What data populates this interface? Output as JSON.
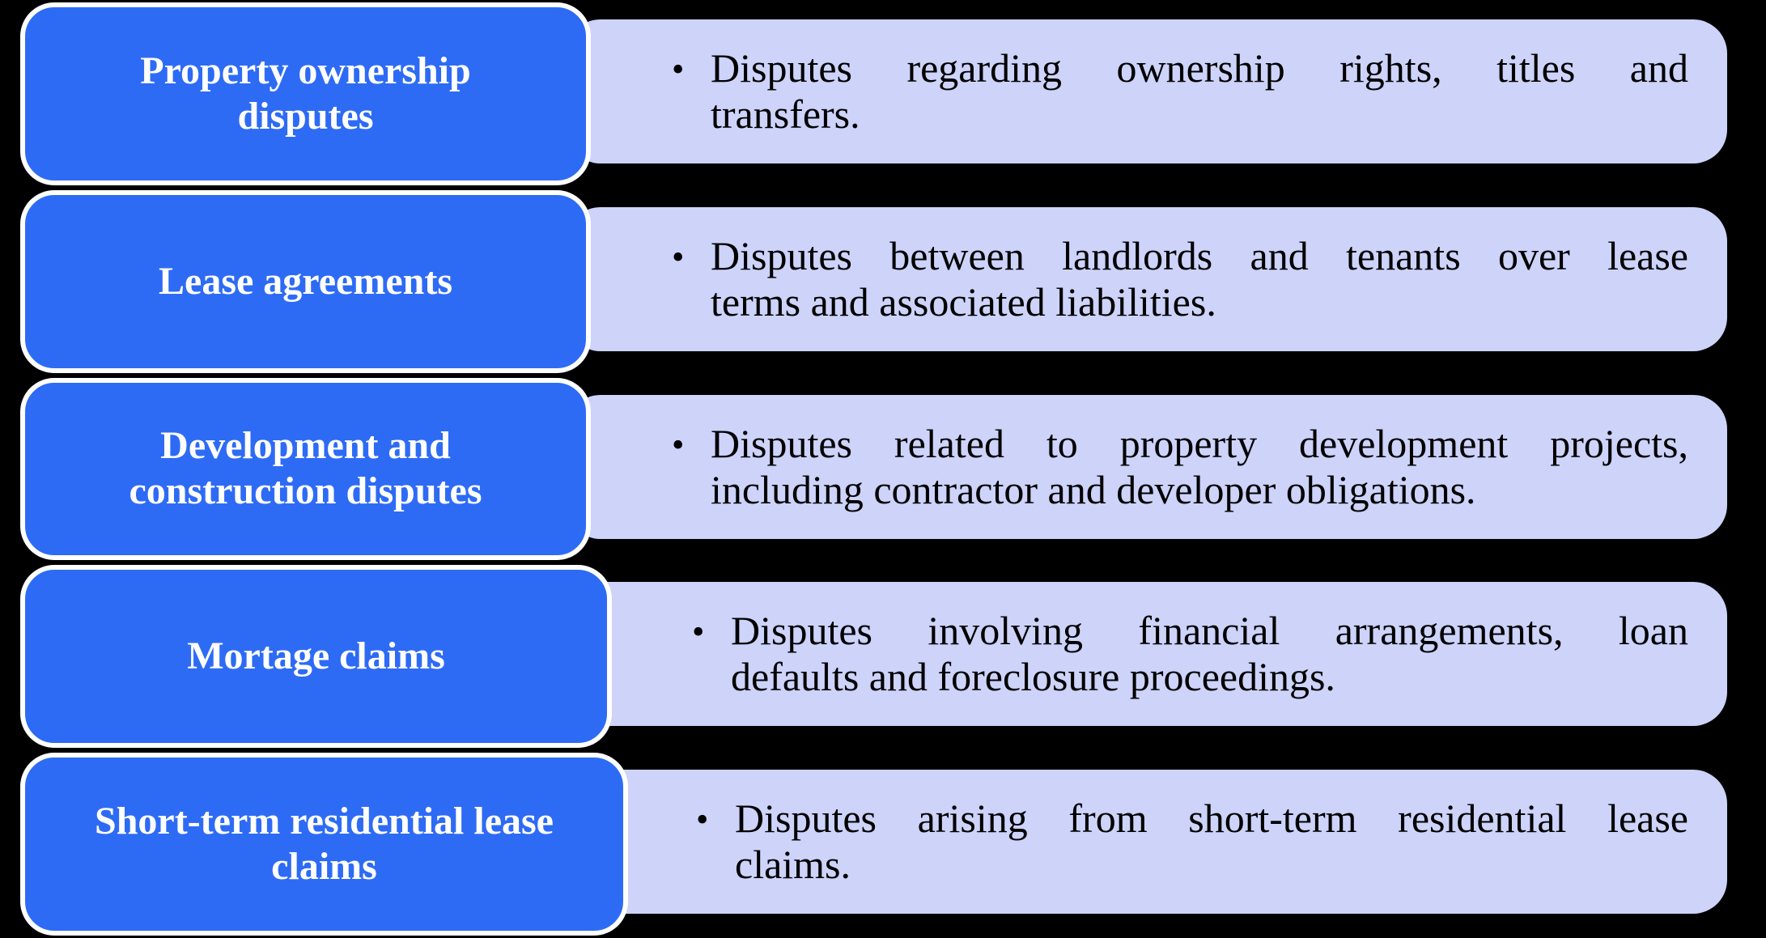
{
  "page": {
    "background_color": "#000000",
    "title_box_color": "#2E6BF5",
    "title_box_border_color": "#FFFFFF",
    "title_text_color": "#FFFFFF",
    "desc_box_color": "#CDD3F9",
    "desc_text_color": "#000000",
    "bullet_glyph": "•"
  },
  "rows": [
    {
      "title": "Property ownership\ndisputes",
      "lines": [
        "Disputes regarding ownership rights, titles and",
        "transfers."
      ]
    },
    {
      "title": "Lease agreements",
      "lines": [
        "Disputes between landlords and tenants over lease",
        "terms and associated liabilities."
      ]
    },
    {
      "title": "Development and\nconstruction disputes",
      "lines": [
        "Disputes related to property development projects,",
        "including contractor and developer obligations."
      ]
    },
    {
      "title": "Mortage claims",
      "lines": [
        "Disputes involving financial arrangements, loan",
        "defaults and foreclosure proceedings."
      ]
    },
    {
      "title": "Short-term residential lease\nclaims",
      "lines": [
        "Disputes arising from short-term residential lease",
        "claims."
      ]
    }
  ]
}
